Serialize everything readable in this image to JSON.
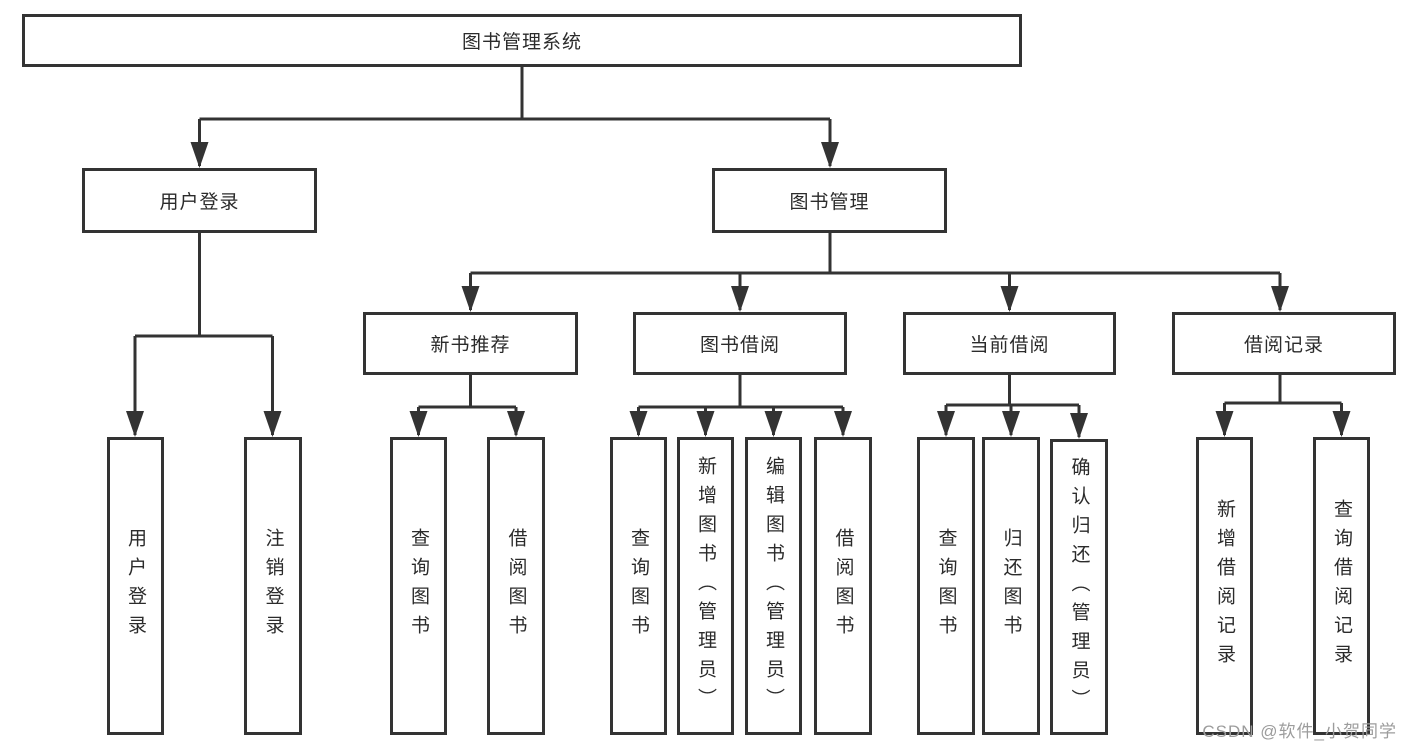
{
  "tree": {
    "root": {
      "label": "图书管理系统"
    },
    "level2": [
      {
        "label": "用户登录"
      },
      {
        "label": "图书管理"
      }
    ],
    "level3": [
      {
        "label": "新书推荐"
      },
      {
        "label": "图书借阅"
      },
      {
        "label": "当前借阅"
      },
      {
        "label": "借阅记录"
      }
    ],
    "leaves": {
      "login": [
        {
          "label": "用户登录"
        },
        {
          "label": "注销登录"
        }
      ],
      "recommend": [
        {
          "label": "查询图书"
        },
        {
          "label": "借阅图书"
        }
      ],
      "borrow": [
        {
          "label": "查询图书"
        },
        {
          "label": "新增图书（管理员）"
        },
        {
          "label": "编辑图书（管理员）"
        },
        {
          "label": "借阅图书"
        }
      ],
      "current": [
        {
          "label": "查询图书"
        },
        {
          "label": "归还图书"
        },
        {
          "label": "确认归还（管理员）"
        }
      ],
      "records": [
        {
          "label": "新增借阅记录"
        },
        {
          "label": "查询借阅记录"
        }
      ]
    },
    "watermark": "CSDN @软件_小贺同学",
    "colors": {
      "line": "#333333",
      "text": "#2b2b2b",
      "watermark": "#9c9c9c",
      "background": "#ffffff"
    }
  }
}
